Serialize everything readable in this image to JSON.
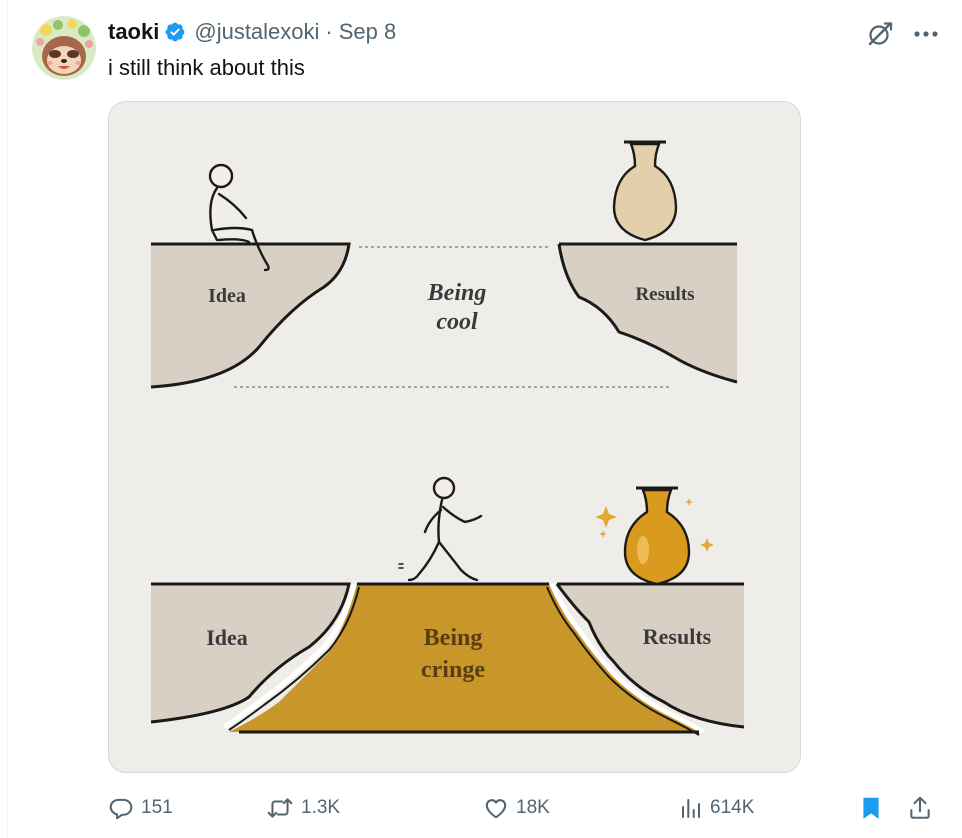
{
  "tweet": {
    "author": {
      "display_name": "taoki",
      "handle": "@justalexoki",
      "verified": true
    },
    "separator": "·",
    "date": "Sep 8",
    "text": "i still think about this",
    "image": {
      "top_panel": {
        "left_label": "Idea",
        "middle_label_line1": "Being",
        "middle_label_line2": "cool",
        "right_label": "Results"
      },
      "bottom_panel": {
        "left_label": "Idea",
        "middle_label_line1": "Being",
        "middle_label_line2": "cringe",
        "right_label": "Results"
      }
    },
    "actions": {
      "replies": "151",
      "reposts": "1.3K",
      "likes": "18K",
      "views": "614K"
    }
  },
  "colors": {
    "text_primary": "#0f1419",
    "text_secondary": "#536471",
    "verified_blue": "#1d9bf0",
    "bookmark_blue": "#1d9bf0",
    "image_background": "#efede9",
    "cliff_fill": "#d9d0c5",
    "gold": "#c9962a"
  },
  "icons": {
    "verified": "verified-badge-icon",
    "grok": "grok-icon",
    "more": "more-icon",
    "reply": "reply-icon",
    "repost": "repost-icon",
    "like": "heart-icon",
    "views": "views-icon",
    "bookmark": "bookmark-icon",
    "share": "share-icon"
  }
}
